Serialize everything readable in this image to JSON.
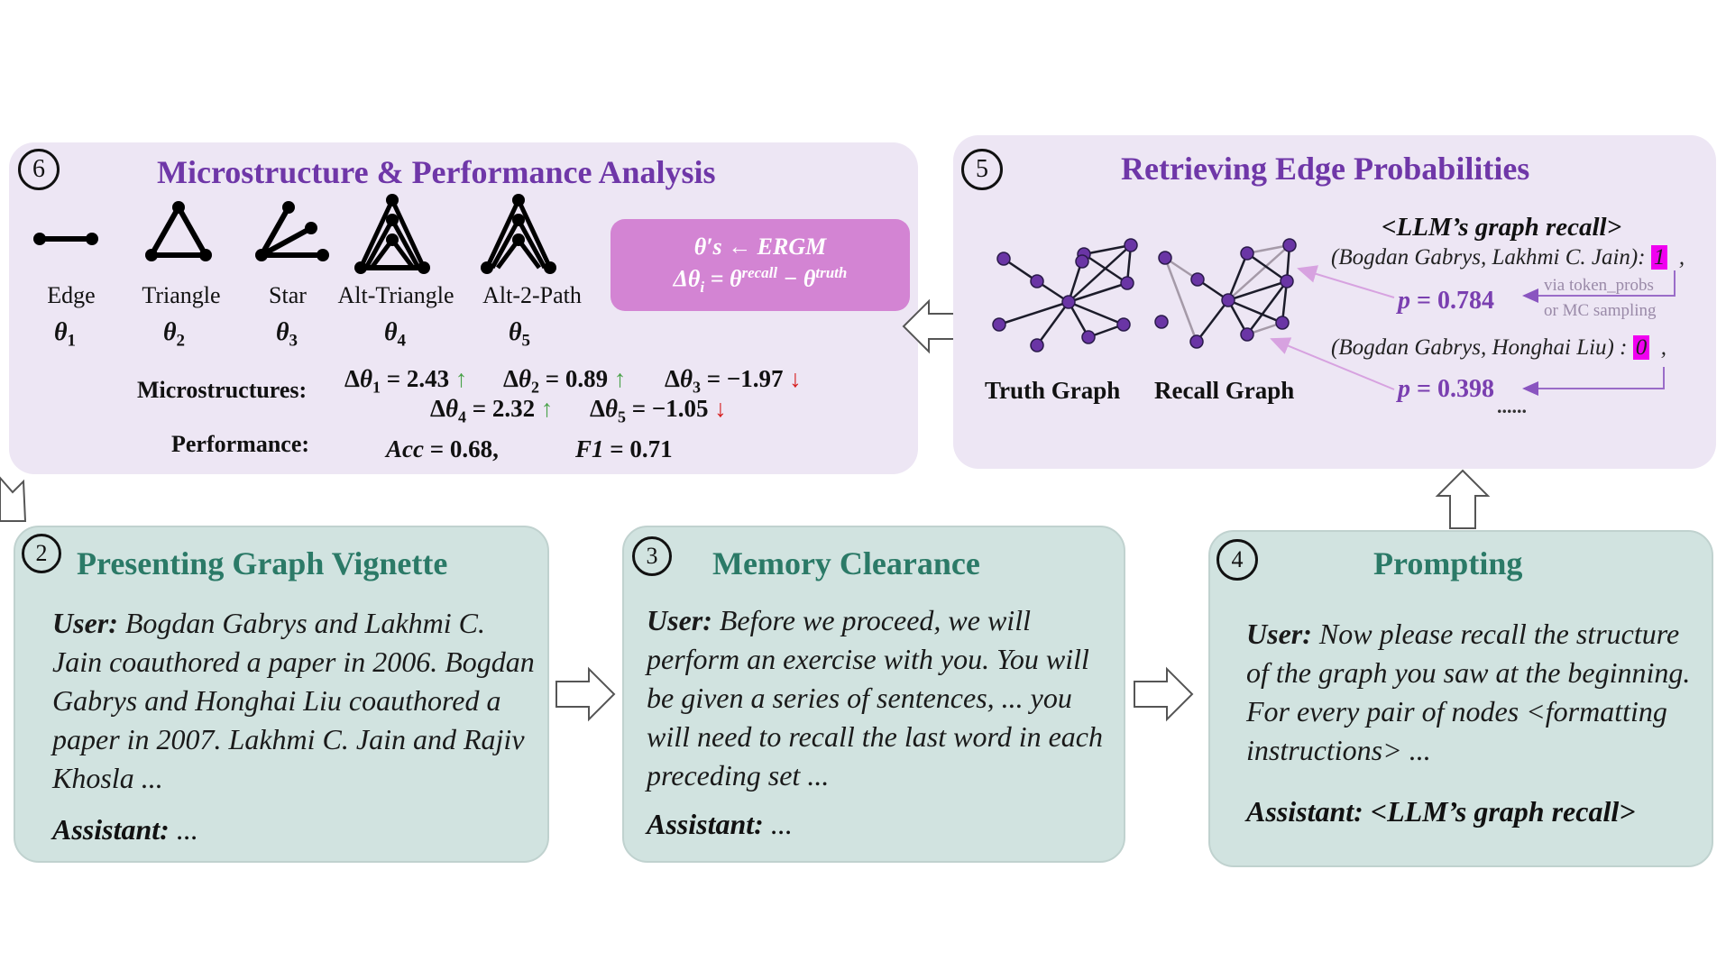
{
  "panel6": {
    "number": "6",
    "title": "Microstructure & Performance Analysis",
    "motifs": [
      {
        "name": "Edge",
        "theta": "θ",
        "index": "1"
      },
      {
        "name": "Triangle",
        "theta": "θ",
        "index": "2"
      },
      {
        "name": "Star",
        "theta": "θ",
        "index": "3"
      },
      {
        "name": "Alt-Triangle",
        "theta": "θ",
        "index": "4"
      },
      {
        "name": "Alt-2-Path",
        "theta": "θ",
        "index": "5"
      }
    ],
    "ergm": {
      "line1": "θ′s ← ERGM",
      "line2_lhs": "Δθ",
      "line2_sub": "i",
      "line2_eq": " = θ",
      "recall_sup": "recall",
      "minus": " − θ",
      "truth_sup": "truth"
    },
    "microstructures_label": "Microstructures:",
    "deltas": [
      {
        "index": "1",
        "value": "2.43",
        "direction": "↑",
        "trend": "up"
      },
      {
        "index": "2",
        "value": "0.89",
        "direction": "↑",
        "trend": "up"
      },
      {
        "index": "3",
        "value": "−1.97",
        "direction": "↓",
        "trend": "down"
      },
      {
        "index": "4",
        "value": "2.32",
        "direction": "↑",
        "trend": "up"
      },
      {
        "index": "5",
        "value": "−1.05",
        "direction": "↓",
        "trend": "down"
      }
    ],
    "performance_label": "Performance:",
    "acc_label": "Acc",
    "acc_value": "0.68,",
    "f1_label": "F1",
    "f1_value": "0.71"
  },
  "panel5": {
    "number": "5",
    "title": "Retrieving Edge Probabilities",
    "truth_graph_label": "Truth Graph",
    "recall_graph_label": "Recall Graph",
    "recall_heading": "<LLM’s graph recall>",
    "pairs": [
      {
        "text": "(Bogdan Gabrys, Lakhmi C. Jain):",
        "value": "1",
        "trailing": ",",
        "prob_label": "p",
        "prob_value": "0.784"
      },
      {
        "text": "(Bogdan Gabrys,  Honghai Liu) :",
        "value": "0",
        "trailing": ",",
        "prob_label": "p",
        "prob_value": "0.398"
      }
    ],
    "via_line1": "via token_probs",
    "via_line2": "or MC sampling",
    "ellipsis": "......"
  },
  "panel2": {
    "number": "2",
    "title": "Presenting Graph Vignette",
    "user_label": "User:",
    "user_text": "Bogdan Gabrys and Lakhmi C. Jain coauthored a paper in 2006. Bogdan Gabrys and Honghai Liu coauthored a paper in 2007. Lakhmi C. Jain and Rajiv Khosla ...",
    "assistant_label": "Assistant:",
    "assistant_text": "..."
  },
  "panel3": {
    "number": "3",
    "title": "Memory Clearance",
    "user_label": "User:",
    "user_text": "Before we proceed, we will perform an exercise with you. You will be given a series of sentences, ... you will need to recall the last word in each preceding set ...",
    "assistant_label": "Assistant:",
    "assistant_text": "..."
  },
  "panel4": {
    "number": "4",
    "title": "Prompting",
    "user_label": "User:",
    "user_text": "Now please recall the structure of the graph you saw at the beginning. For every pair of nodes <formatting instructions> ...",
    "assistant_label": "Assistant:",
    "assistant_text": "<LLM’s graph recall>"
  },
  "colors": {
    "purple_panel": "#ede6f4",
    "green_panel": "#d1e3e0",
    "purple_title": "#6f37a8",
    "green_title": "#2b7a67",
    "ergm_box": "#d384d3",
    "highlight": "#f000f0",
    "node": "#6a35a5",
    "up_arrow": "#4aa24a",
    "down_arrow": "#d62020"
  }
}
